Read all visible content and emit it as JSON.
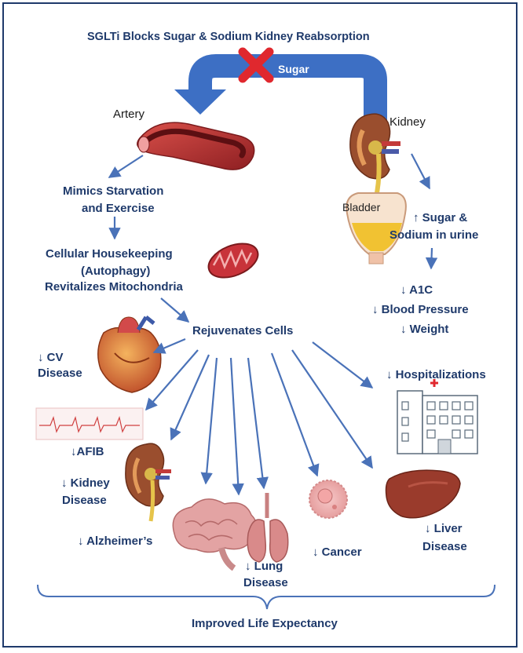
{
  "title": "SGLTi Blocks Sugar & Sodium Kidney Reabsorption",
  "flow_label": "Sugar",
  "organs": {
    "artery": "Artery",
    "kidney": "Kidney",
    "bladder": "Bladder"
  },
  "mechanism": {
    "line1": "Mimics Starvation",
    "line2": "and Exercise",
    "housekeeping1": "Cellular Housekeeping",
    "housekeeping2": "(Autophagy)",
    "housekeeping3": "Revitalizes Mitochondria",
    "center": "Rejuvenates Cells"
  },
  "urine": {
    "line1": "↑ Sugar &",
    "line2": "Sodium in urine"
  },
  "metrics": [
    "↓ A1C",
    "↓ Blood Pressure",
    "↓ Weight"
  ],
  "outcomes": {
    "cv1": "↓ CV",
    "cv2": "Disease",
    "afib": "↓AFIB",
    "kidney1": "↓ Kidney",
    "kidney2": "Disease",
    "alz": "↓ Alzheimer’s",
    "lung1": "↓ Lung",
    "lung2": "Disease",
    "cancer": "↓ Cancer",
    "liver1": "↓ Liver",
    "liver2": "Disease",
    "hosp": "↓ Hospitalizations"
  },
  "footer": "Improved Life Expectancy",
  "colors": {
    "text": "#1f3a6b",
    "arrow": "#4a72b8",
    "flow": "#3d6fc4",
    "block_x": "#e0282e",
    "artery": "#b02a2a",
    "liver": "#9a3b2c",
    "lung": "#d98a8a",
    "brain": "#e3a3a3"
  }
}
